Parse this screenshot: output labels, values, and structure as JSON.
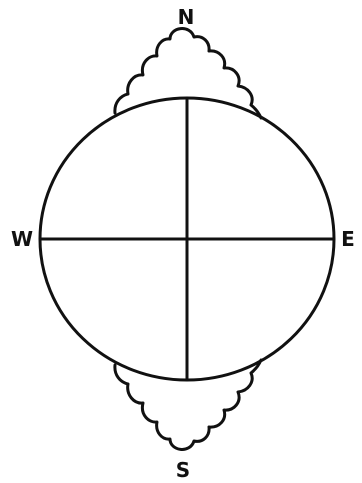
{
  "diagram": {
    "labels": {
      "north": "N",
      "south": "S",
      "east": "E",
      "west": "W"
    },
    "colors": {
      "ink": "#111111",
      "background": "#ffffff"
    }
  }
}
